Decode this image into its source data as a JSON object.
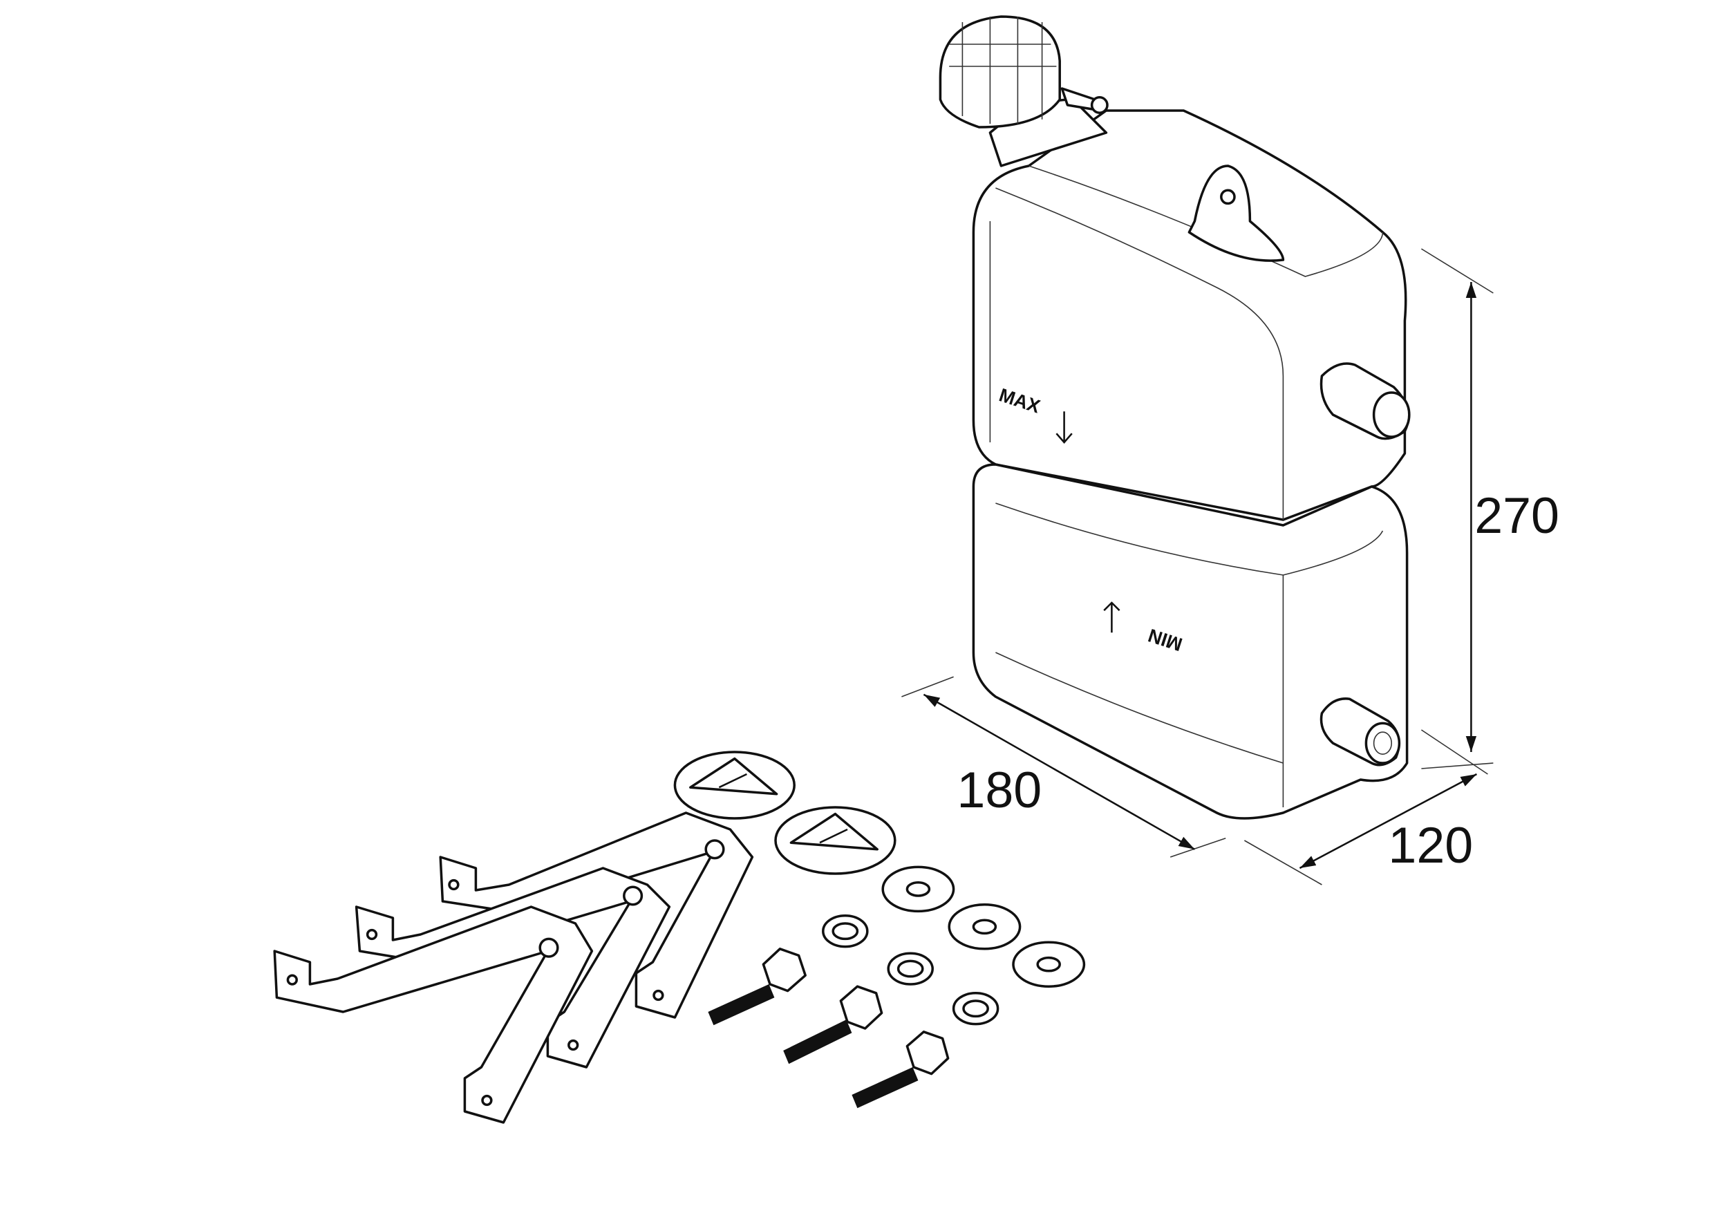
{
  "diagram": {
    "dimensions": {
      "height": "270",
      "width": "180",
      "depth": "120"
    },
    "tank_markings": {
      "max": "MAX",
      "min": "MIN"
    }
  }
}
